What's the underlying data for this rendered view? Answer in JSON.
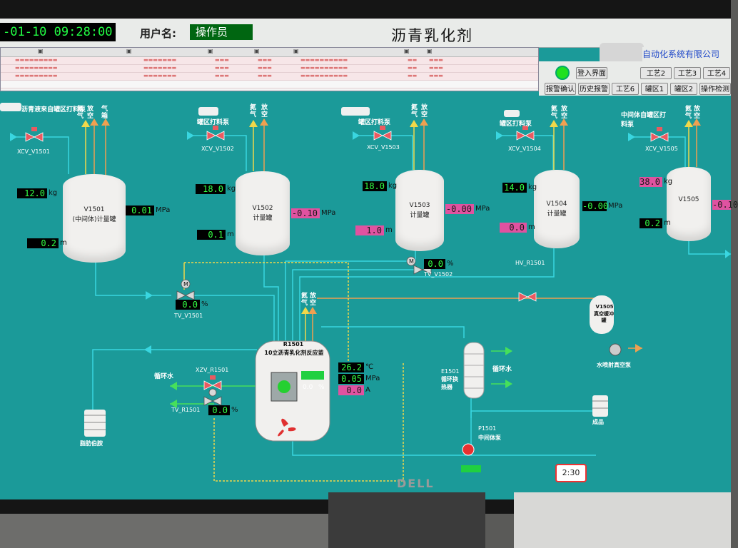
{
  "header": {
    "datetime": "-01-10 09:28:00",
    "user_label": "用户名:",
    "user_value": "操作员",
    "title": "沥青乳化剂",
    "company": "自动化系统有限公司"
  },
  "buttons": [
    {
      "label": "登入界面"
    },
    {
      "label": "工艺2"
    },
    {
      "label": "工艺3"
    },
    {
      "label": "工艺4"
    },
    {
      "label": "报警确认"
    },
    {
      "label": "历史报警"
    },
    {
      "label": "工艺6"
    },
    {
      "label": "罐区1"
    },
    {
      "label": "罐区2"
    },
    {
      "label": "操作检测"
    }
  ],
  "tanks": [
    {
      "id": "V1501",
      "name": "(中间体)计量罐",
      "weight": "12.0",
      "pressure": "0.01",
      "level": "0.2",
      "valve": "XCV_V1501",
      "feed": "沥青液来自罐区打料泵"
    },
    {
      "id": "V1502",
      "name": "计量罐",
      "weight": "18.0",
      "pressure": "-0.10",
      "level": "0.1",
      "valve": "XCV_V1502",
      "feed": "罐区打料泵"
    },
    {
      "id": "V1503",
      "name": "计量罐",
      "weight": "18.0",
      "pressure": "-0.00",
      "level": "1.0",
      "valve": "XCV_V1503",
      "feed": "罐区打料泵"
    },
    {
      "id": "V1504",
      "name": "计量罐",
      "weight": "14.0",
      "pressure": "-0.00",
      "level": "0.0",
      "valve": "XCV_V1504",
      "feed": "罐区打料泵"
    },
    {
      "id": "V1505",
      "name": "",
      "weight": "38.0",
      "pressure": "-0.10",
      "level": "0.2",
      "valve": "XCV_V1505",
      "feed": "中间体自罐区打料泵"
    }
  ],
  "units": {
    "kg": "kg",
    "mpa": "MPa",
    "m": "m",
    "pct": "%",
    "a": "A",
    "c": "℃"
  },
  "gas_labels": {
    "n2": "氮气",
    "vent": "放空",
    "gas": "气箱"
  },
  "reactor": {
    "id": "R1501",
    "name": "10立沥青乳化剂反应釜",
    "temp": "26.2",
    "pressure": "0.05",
    "current": "0.0",
    "agitator": "0.0"
  },
  "valves": {
    "tv1501": {
      "tag": "TV_V1501",
      "value": "0.0"
    },
    "tv1502": {
      "tag": "TV_V1502",
      "value": "0.0"
    },
    "hv1501": {
      "tag": "HV_R1501"
    },
    "xzv1501": {
      "tag": "XZV_R1501"
    },
    "tvr1501": {
      "tag": "TV_R1501",
      "value": "0.0"
    }
  },
  "labels": {
    "cooling_water_left": "循环水",
    "cooling_water_right": "循环水",
    "e1501": "E1501",
    "e1501_name": "循环换热器",
    "p1501": "P1501",
    "p1501_name": "中间体泵",
    "v1505b": "V1505",
    "v1505b_name": "真空缓冲罐",
    "vacuum_pump": "水喷射真空泵",
    "product": "成品",
    "left_tank": "脂肪伯胺"
  },
  "sticky": "2:30",
  "brand": "DELL"
}
